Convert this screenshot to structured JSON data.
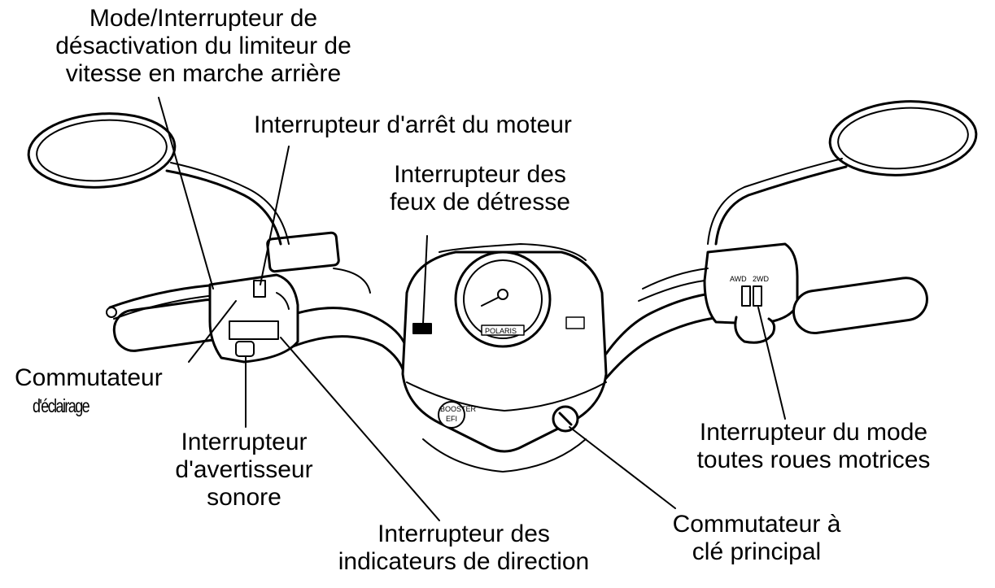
{
  "labels": {
    "reverse_limiter": [
      "Mode/Interrupteur de",
      "désactivation du limiteur de",
      "vitesse en marche arrière"
    ],
    "engine_stop": "Interrupteur d'arrêt du moteur",
    "hazard": [
      "Interrupteur des",
      "feux de détresse"
    ],
    "light_switch": [
      "Commutateur",
      "d'éclairage"
    ],
    "horn": [
      "Interrupteur",
      "d'avertisseur",
      "sonore"
    ],
    "turn_signal": [
      "Interrupteur des",
      "indicateurs de direction"
    ],
    "key_switch": [
      "Commutateur à",
      "clé principal"
    ],
    "awd_mode": [
      "Interrupteur du mode",
      "toutes roues motrices"
    ]
  },
  "panel_text": {
    "brand": "POLARIS",
    "boost": "BOOSTER",
    "efi": "EFI",
    "awd": "AWD",
    "two_wd": "2WD"
  }
}
